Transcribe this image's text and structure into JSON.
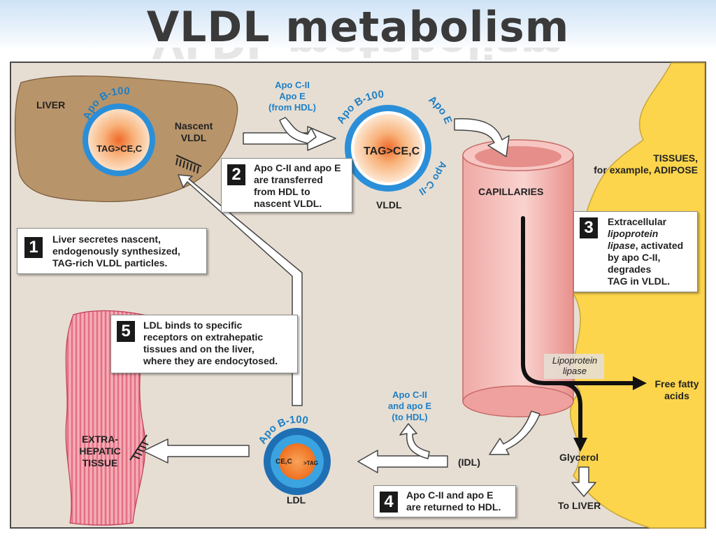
{
  "title": "VLDL metabolism",
  "labels": {
    "liver": "LIVER",
    "apo_b100_liver": "Apo B-100",
    "tag_liver": "TAG>CE,C",
    "nascent_vldl": "Nascent\nVLDL",
    "apo_from_hdl": "Apo C-II\nApo E\n(from HDL)",
    "apo_b100_vldl": "Apo B-100",
    "apo_e": "Apo E",
    "apo_cii": "Apo C-II",
    "tag_vldl": "TAG>CE,C",
    "vldl": "VLDL",
    "capillaries": "CAPILLARIES",
    "tissues": "TISSUES,\nfor example, ADIPOSE",
    "lipoprotein_lipase": "Lipoprotein\nlipase",
    "free_fatty_acids": "Free fatty\nacids",
    "glycerol": "Glycerol",
    "to_liver": "To LIVER",
    "idl": "(IDL)",
    "apo_to_hdl": "Apo C-II\nand apo E\n(to HDL)",
    "apo_b100_ldl": "Apo B-100",
    "ldl_core": "CE,C",
    "ldl_tag": ">TAG",
    "ldl": "LDL",
    "extrahepatic": "EXTRA-\nHEPATIC\nTISSUE"
  },
  "steps": [
    {
      "num": "1",
      "text": "Liver secretes nascent,\nendogenously synthesized,\nTAG-rich VLDL particles."
    },
    {
      "num": "2",
      "text": "Apo C-II and apo E\nare transferred\nfrom HDL to\nnascent VLDL."
    },
    {
      "num": "3",
      "pre": "Extracellular",
      "italic": "lipoprotein\nlipase",
      "post": ", activated\nby apo C-II,\ndegrades\nTAG in VLDL."
    },
    {
      "num": "4",
      "text": "Apo C-II and apo E\nare returned to HDL."
    },
    {
      "num": "5",
      "text": "LDL binds to specific\nreceptors on extrahepatic\ntissues and on the liver,\nwhere they are endocytosed."
    }
  ],
  "colors": {
    "panel": "#e6ded3",
    "liver": "#b8946a",
    "adipose": "#fcd54c",
    "capillary": "#f4b8b4",
    "apo_blue": "#2a8fd8",
    "ldl_dark": "#1f6fb5",
    "muscle": "#e87a8e"
  }
}
